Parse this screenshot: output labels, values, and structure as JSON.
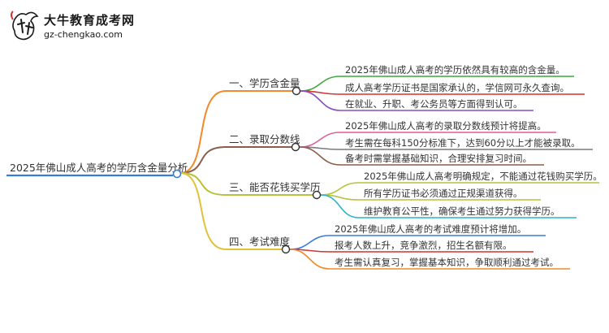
{
  "logo": {
    "title": "大牛教育成考网",
    "url": "gz-chengkao.com"
  },
  "root": {
    "label": "2025年佛山成人高考的学历含金量分析"
  },
  "branches": [
    {
      "label": "一、学历含金量",
      "color": "#f08a2a",
      "leaves": [
        {
          "label": "2025年佛山成人高考的学历依然具有较高的含金量。",
          "color": "#3da63d"
        },
        {
          "label": "成人高考学历证书是国家承认的，学信网可永久查询。",
          "color": "#d03434"
        },
        {
          "label": "在就业、升职、考公务员等方面得到认可。",
          "color": "#8a4ec0"
        }
      ]
    },
    {
      "label": "二、录取分数线",
      "color": "#8b5e4a",
      "leaves": [
        {
          "label": "2025年佛山成人高考的录取分数线预计将提高。",
          "color": "#e05b9b"
        },
        {
          "label": "考生需在每科150分标准下，达到60分以上才能被录取。",
          "color": "#7a7a7a"
        },
        {
          "label": "备考时需掌握基础知识，合理安排复习时间。",
          "color": "#8b5e4a"
        }
      ]
    },
    {
      "label": "三、能否花钱买学历",
      "color": "#b7c23a",
      "leaves": [
        {
          "label": "2025年佛山成人高考明确规定，不能通过花钱购买学历。",
          "color": "#b7c23a"
        },
        {
          "label": "所有学历证书必须通过正规渠道获得。",
          "color": "#b7c23a"
        },
        {
          "label": "维护教育公平性，确保考生通过努力获得学历。",
          "color": "#2ab3c9"
        }
      ]
    },
    {
      "label": "四、考试难度",
      "color": "#e0c23a",
      "leaves": [
        {
          "label": "2025年佛山成人高考的考试难度预计将增加。",
          "color": "#3a7bd5"
        },
        {
          "label": "报考人数上升，竞争激烈，招生名额有限。",
          "color": "#d03434"
        },
        {
          "label": "考生需认真复习，掌握基本知识，争取顺利通过考试。",
          "color": "#f08a2a"
        }
      ]
    }
  ]
}
